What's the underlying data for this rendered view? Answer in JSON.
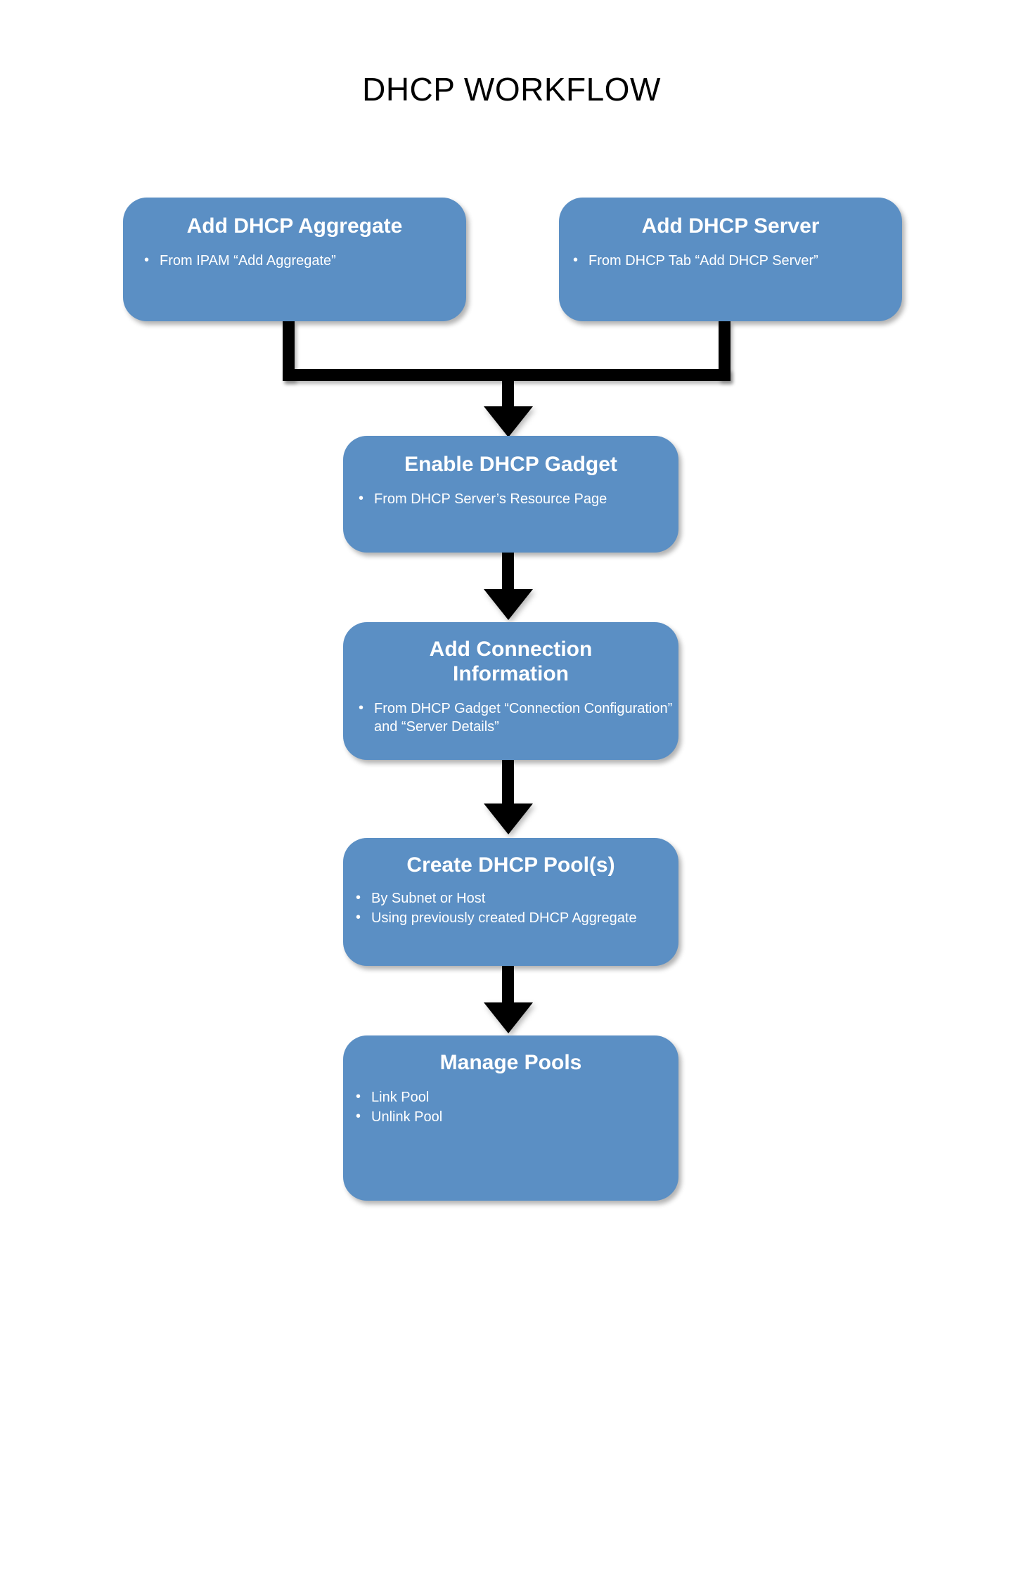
{
  "page": {
    "title": "DHCP WORKFLOW",
    "background_color": "#FFFFFF",
    "node_color": "#5B8FC4",
    "node_text_color": "#FFFFFF",
    "connector_color": "#000000"
  },
  "diagram": {
    "type": "flowchart",
    "nodes": [
      {
        "id": "add-dhcp-aggregate",
        "title": "Add DHCP Aggregate",
        "bullets": [
          "From  IPAM “Add Aggregate”"
        ]
      },
      {
        "id": "add-dhcp-server",
        "title": "Add DHCP Server",
        "bullets": [
          "From  DHCP Tab “Add DHCP Server”"
        ]
      },
      {
        "id": "enable-dhcp-gadget",
        "title": "Enable DHCP Gadget",
        "bullets": [
          "From  DHCP Server’s Resource Page"
        ]
      },
      {
        "id": "add-connection-information",
        "title": "Add Connection Information",
        "title_line1": "Add Connection",
        "title_line2": "Information",
        "bullets": [
          "From  DHCP Gadget “Connection Configuration” and “Server Details”"
        ]
      },
      {
        "id": "create-dhcp-pools",
        "title": "Create DHCP Pool(s)",
        "bullets": [
          "By Subnet or Host",
          "Using previously created DHCP Aggregate"
        ]
      },
      {
        "id": "manage-pools",
        "title": "Manage Pools",
        "bullets": [
          "Link Pool",
          "Unlink Pool"
        ]
      }
    ],
    "edges": [
      {
        "from": "add-dhcp-aggregate",
        "to": "enable-dhcp-gadget",
        "style": "elbow-merge-arrow"
      },
      {
        "from": "add-dhcp-server",
        "to": "enable-dhcp-gadget",
        "style": "elbow-merge-arrow"
      },
      {
        "from": "enable-dhcp-gadget",
        "to": "add-connection-information",
        "style": "straight-arrow"
      },
      {
        "from": "add-connection-information",
        "to": "create-dhcp-pools",
        "style": "straight-arrow"
      },
      {
        "from": "create-dhcp-pools",
        "to": "manage-pools",
        "style": "straight-arrow"
      }
    ]
  }
}
